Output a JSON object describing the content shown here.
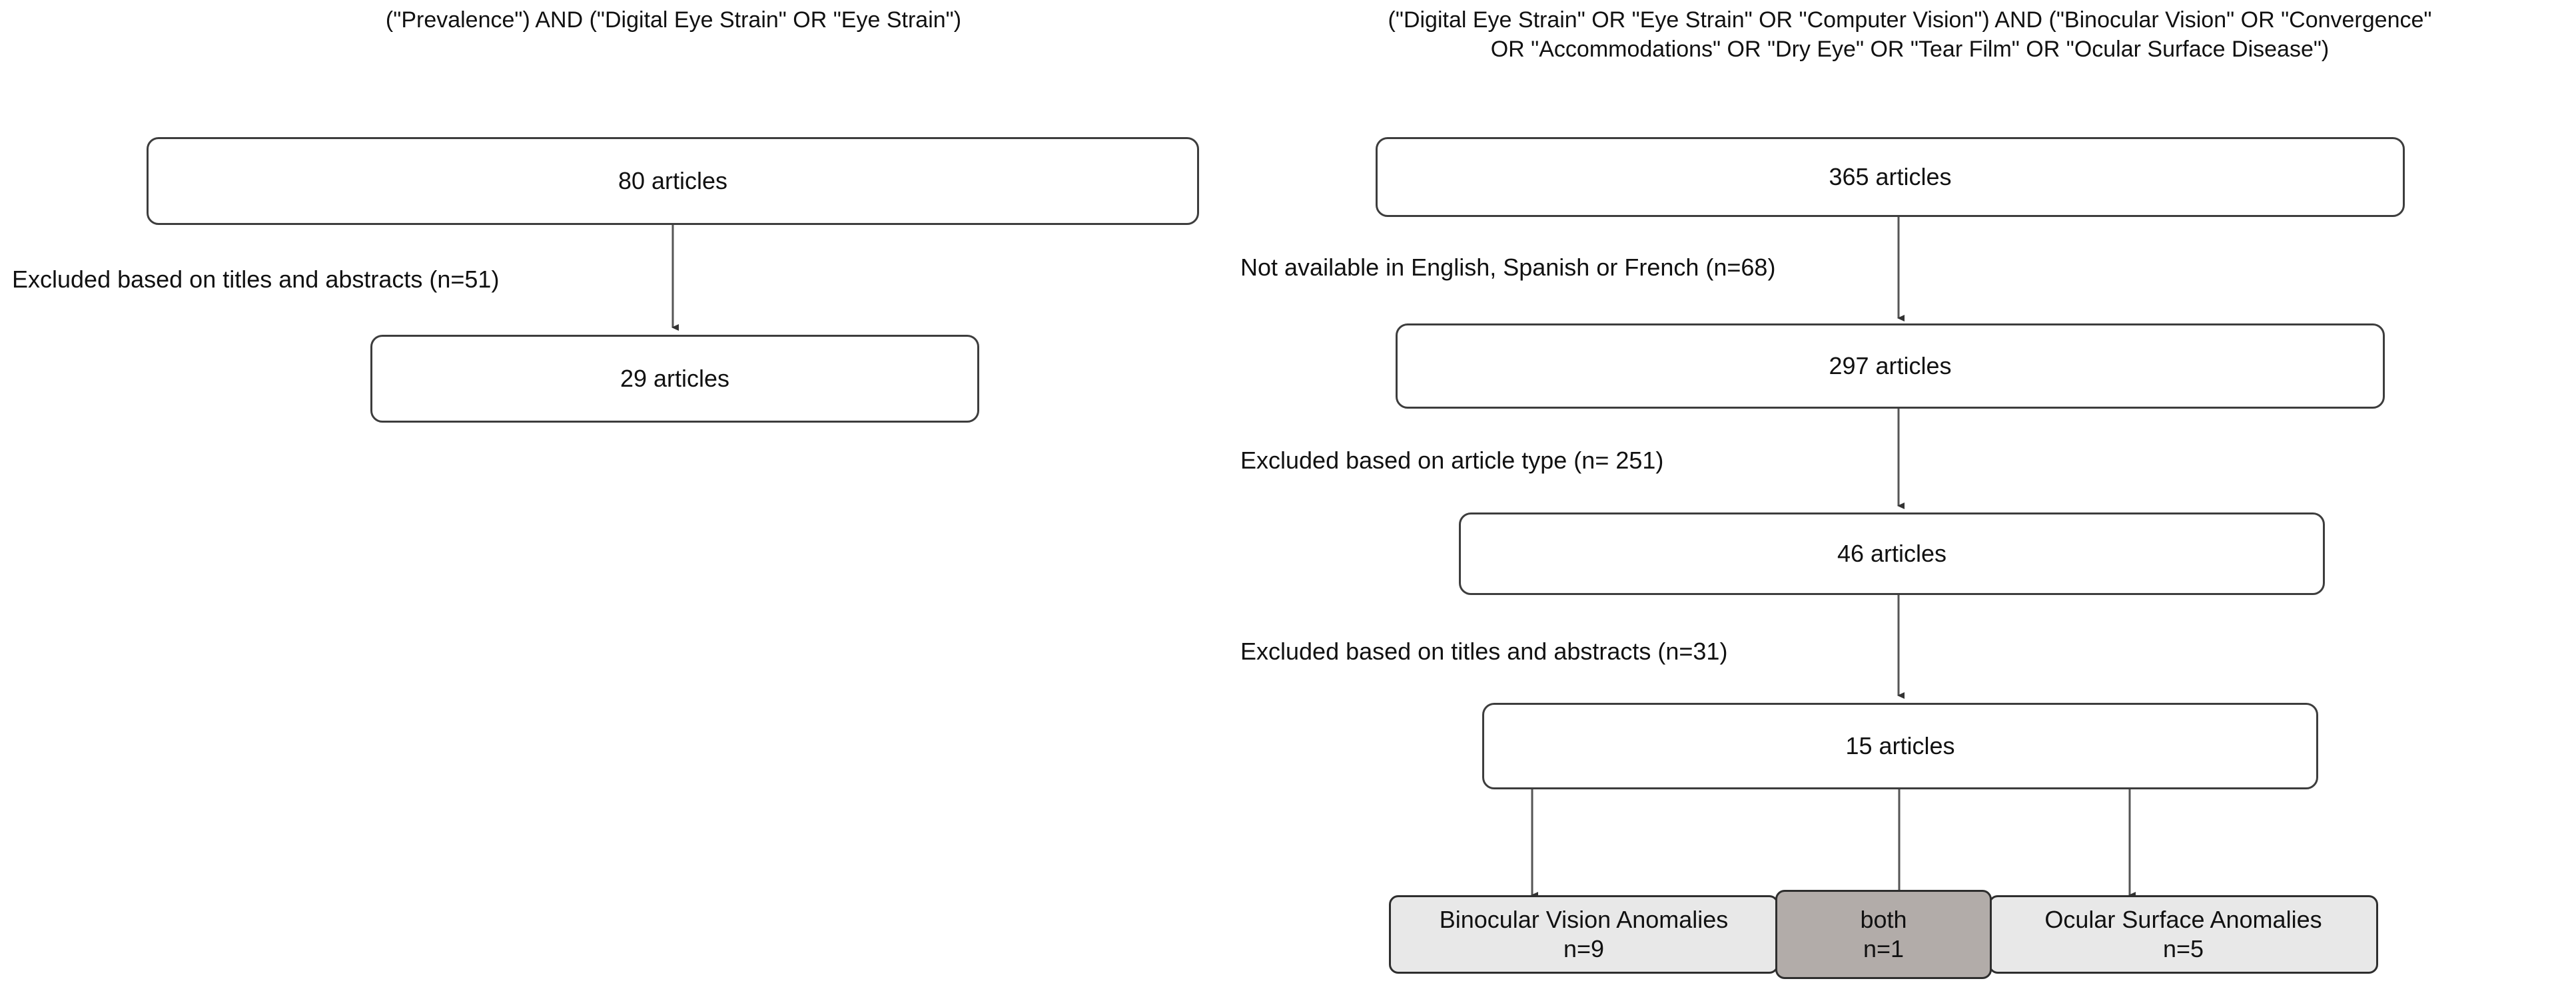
{
  "figure": {
    "type": "flowchart",
    "description": "Two-branch PRISMA-style literature search selection flow diagram"
  },
  "columns": [
    {
      "id": "left",
      "query_title": "(\"Prevalence\") AND (\"Digital Eye Strain\" OR \"Eye Strain\")",
      "nodes": [
        {
          "id": "left-n1",
          "label": "80 articles",
          "count": 80,
          "unit": "articles",
          "fill": "white"
        },
        {
          "id": "left-n2",
          "label": "29 articles",
          "count": 29,
          "unit": "articles",
          "fill": "white"
        }
      ],
      "edges": [
        {
          "from": "left-n1",
          "to": "left-n2",
          "label": "Excluded based on titles and abstracts (n=51)",
          "excluded": 51
        }
      ]
    },
    {
      "id": "right",
      "query_title": "(\"Digital Eye Strain\" OR \"Eye Strain\" OR \"Computer Vision\") AND (\"Binocular Vision\" OR \"Convergence\"\nOR \"Accommodations\" OR \"Dry Eye\" OR \"Tear Film\" OR \"Ocular Surface Disease\")",
      "nodes": [
        {
          "id": "right-n1",
          "label": "365 articles",
          "count": 365,
          "unit": "articles",
          "fill": "white"
        },
        {
          "id": "right-n2",
          "label": "297 articles",
          "count": 297,
          "unit": "articles",
          "fill": "white"
        },
        {
          "id": "right-n3",
          "label": "46 articles",
          "count": 46,
          "unit": "articles",
          "fill": "white"
        },
        {
          "id": "right-n4",
          "label": "15 articles",
          "count": 15,
          "unit": "articles",
          "fill": "white"
        }
      ],
      "edges": [
        {
          "from": "right-n1",
          "to": "right-n2",
          "label": "Not available in English, Spanish or French  (n=68)",
          "excluded": 68
        },
        {
          "from": "right-n2",
          "to": "right-n3",
          "label": "Excluded based on article type (n= 251)",
          "excluded": 251
        },
        {
          "from": "right-n3",
          "to": "right-n4",
          "label": "Excluded based on titles and abstracts (n=31)",
          "excluded": 31
        }
      ],
      "outcomes": [
        {
          "id": "outcome-bv",
          "label": "Binocular Vision Anomalies\nn=9",
          "name": "Binocular Vision Anomalies",
          "count": 9,
          "fill": "#e8e8e8"
        },
        {
          "id": "outcome-both",
          "label": "both\nn=1",
          "name": "both",
          "count": 1,
          "fill": "#b2aca9"
        },
        {
          "id": "outcome-os",
          "label": "Ocular Surface Anomalies\nn=5",
          "name": "Ocular Surface Anomalies",
          "count": 5,
          "fill": "#e8e8e8"
        }
      ]
    }
  ],
  "colors": {
    "background": "#ffffff",
    "box_border": "#3d3d3d",
    "box_fill": "#ffffff",
    "outcome_light_fill": "#e8e8e8",
    "outcome_dark_fill": "#b2aca9",
    "connector": "#555555",
    "text": "#111111"
  }
}
